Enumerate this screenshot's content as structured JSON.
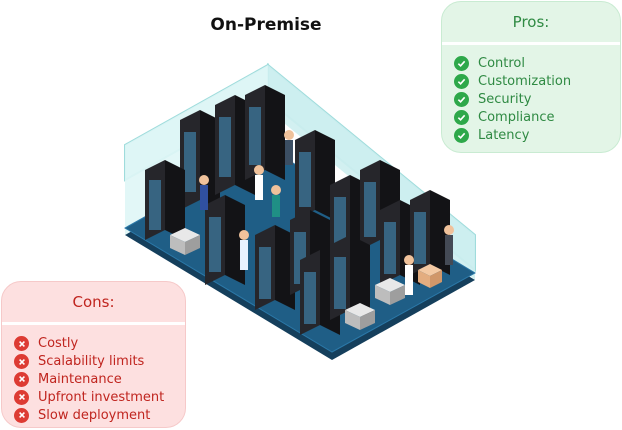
{
  "title": "On-Premise",
  "pros": {
    "heading": "Pros:",
    "items": [
      "Control",
      "Customization",
      "Security",
      "Compliance",
      "Latency"
    ],
    "color": "#2f8a43",
    "icon": "check-circle-icon"
  },
  "cons": {
    "heading": "Cons:",
    "items": [
      "Costly",
      "Scalability limits",
      "Maintenance",
      "Upfront investment",
      "Slow deployment"
    ],
    "color": "#c0251f",
    "icon": "x-circle-icon"
  },
  "colors": {
    "floor": "#1f5e86",
    "wall": "#cfeff0",
    "rack": "#1c1c20"
  }
}
